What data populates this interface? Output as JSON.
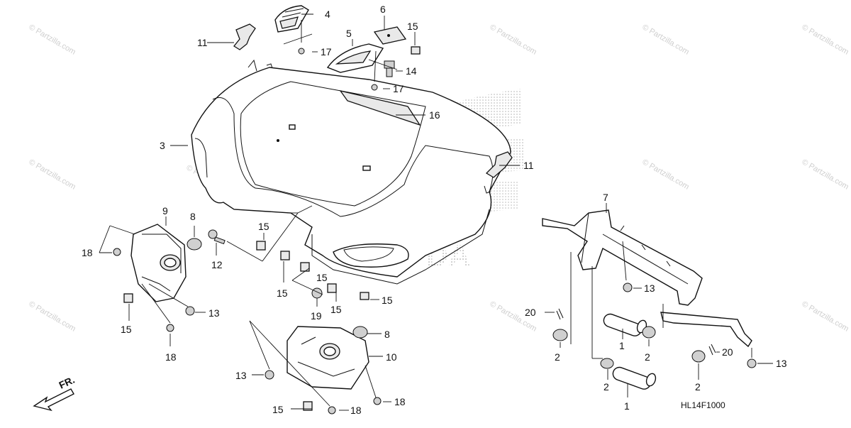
{
  "diagram": {
    "drawing_code": "HL14F1000",
    "front_label": "FR.",
    "watermark": "© Partzilla.com",
    "callouts": {
      "c1a": "1",
      "c1b": "1",
      "c2a": "2",
      "c2b": "2",
      "c2c": "2",
      "c2d": "2",
      "c3": "3",
      "c4": "4",
      "c5": "5",
      "c6": "6",
      "c7": "7",
      "c8a": "8",
      "c8b": "8",
      "c9": "9",
      "c10": "10",
      "c11a": "11",
      "c11b": "11",
      "c12": "12",
      "c13a": "13",
      "c13b": "13",
      "c13c": "13",
      "c13d": "13",
      "c14": "14",
      "c15a": "15",
      "c15b": "15",
      "c15c": "15",
      "c15d": "15",
      "c15e": "15",
      "c15f": "15",
      "c15g": "15",
      "c15h": "15",
      "c16": "16",
      "c17a": "17",
      "c17b": "17",
      "c18a": "18",
      "c18b": "18",
      "c18c": "18",
      "c18d": "18",
      "c19": "19",
      "c20a": "20",
      "c20b": "20"
    }
  }
}
